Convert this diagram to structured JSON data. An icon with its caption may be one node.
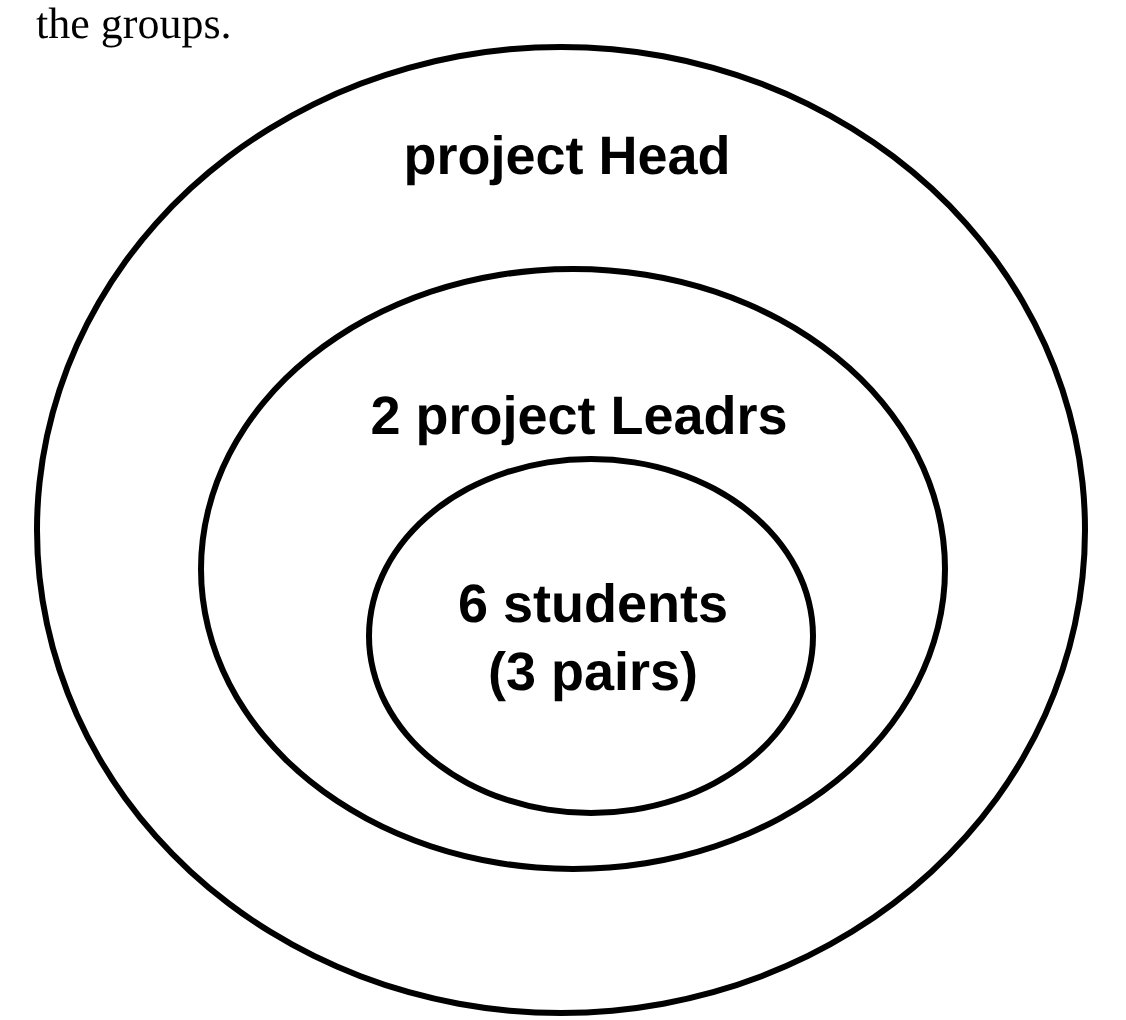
{
  "diagram": {
    "nodes": [
      {
        "text": [
          "project Head"
        ]
      },
      {
        "text": [
          "2 project Leadrs"
        ],
        "in": 0
      },
      {
        "text": [
          "6 students (3 pairs)"
        ],
        "in": 1
      }
    ],
    "labels": [
      "the groups."
    ]
  }
}
